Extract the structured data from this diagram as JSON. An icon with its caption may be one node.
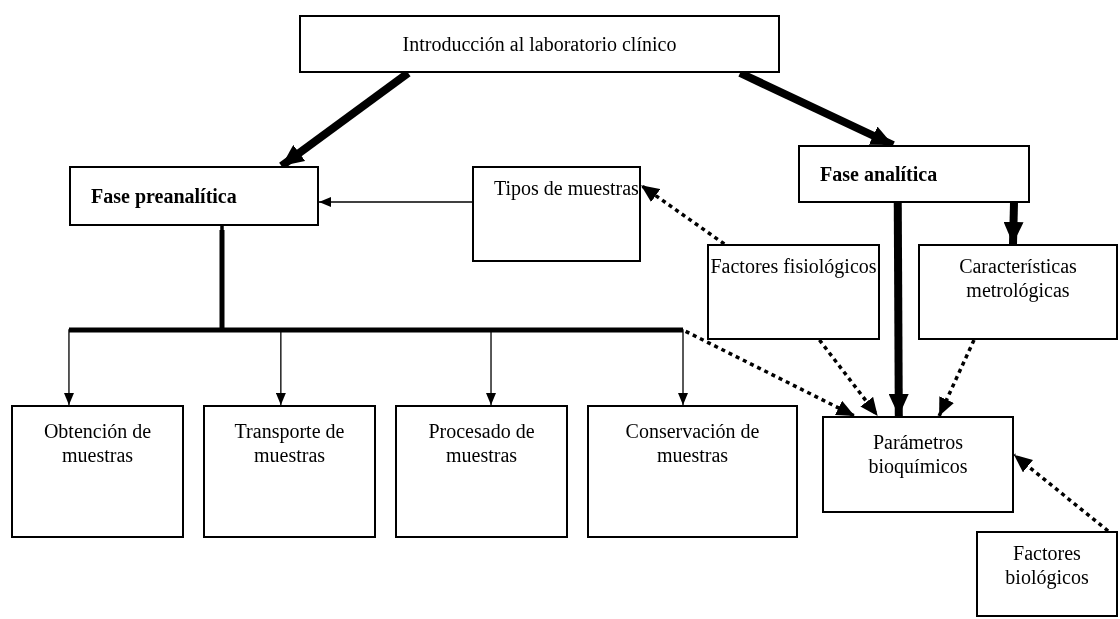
{
  "diagram": {
    "nodes": [
      {
        "text": [
          "Introducción al laboratorio clínico"
        ]
      },
      {
        "text": [
          "Fase preanalítica"
        ]
      },
      {
        "text": [
          "Tipos de muestras"
        ]
      },
      {
        "text": [
          "Fase analítica"
        ]
      },
      {
        "text": [
          "Factores fisiológicos"
        ]
      },
      {
        "text": [
          "Características metrológicas"
        ]
      },
      {
        "text": [
          "Obtención de muestras"
        ]
      },
      {
        "text": [
          "Transporte de muestras"
        ]
      },
      {
        "text": [
          "Procesado de muestras"
        ]
      },
      {
        "text": [
          "Conservación de muestras"
        ]
      },
      {
        "text": [
          "Parámetros bioquímicos"
        ]
      },
      {
        "text": [
          "Factores biológicos"
        ]
      }
    ],
    "edges": [
      {
        "from": 0,
        "to": 1,
        "arrow": "to",
        "style": "thick"
      },
      {
        "from": 0,
        "to": 3,
        "arrow": "to",
        "style": "thick"
      },
      {
        "from": 2,
        "to": 1,
        "arrow": "to"
      },
      {
        "from": 4,
        "to": 2,
        "arrow": "to",
        "style": "dashed"
      },
      {
        "from": 3,
        "to": 10,
        "arrow": "to",
        "style": "thick"
      },
      {
        "from": 3,
        "to": 5,
        "arrow": "to",
        "style": "thick"
      },
      {
        "from": 1,
        "to": 6,
        "arrow": "to"
      },
      {
        "from": 1,
        "to": 7,
        "arrow": "to"
      },
      {
        "from": 1,
        "to": 8,
        "arrow": "to"
      },
      {
        "from": 1,
        "to": 9,
        "arrow": "to"
      },
      {
        "from": 1,
        "to": 10,
        "arrow": "to",
        "style": "dashed"
      },
      {
        "from": 4,
        "to": 10,
        "arrow": "to",
        "style": "dashed"
      },
      {
        "from": 5,
        "to": 10,
        "arrow": "to",
        "style": "dashed"
      },
      {
        "from": 11,
        "to": 10,
        "arrow": "to",
        "style": "dashed"
      }
    ]
  }
}
